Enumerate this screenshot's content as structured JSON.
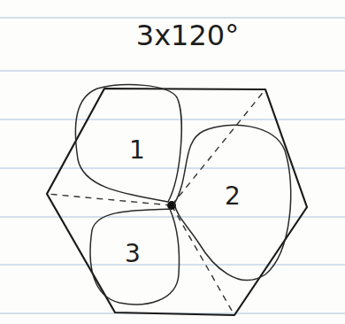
{
  "diagram": {
    "title": "3x120°",
    "nodes": [
      {
        "text": [
          "1"
        ]
      },
      {
        "text": [
          "2"
        ]
      },
      {
        "text": [
          "3"
        ]
      }
    ]
  }
}
